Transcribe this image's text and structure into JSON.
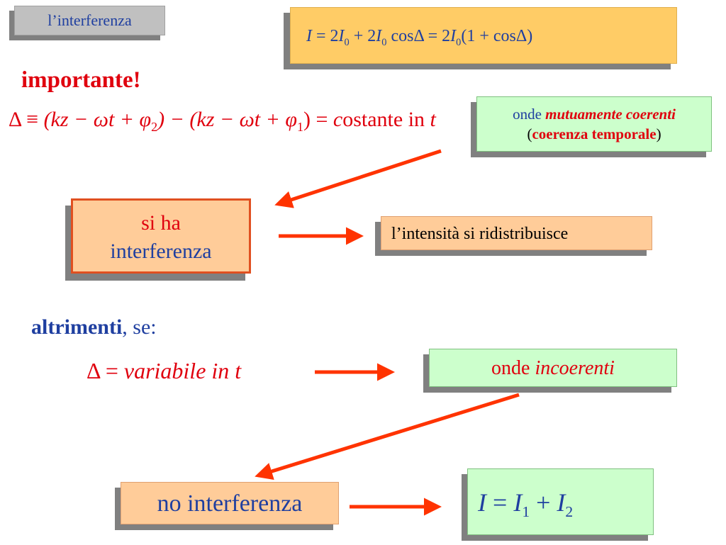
{
  "slide": {
    "title": "l’interferenza",
    "formula_top": {
      "lhs": "I",
      "eq1": " = 2",
      "i0a": "I",
      "plus1": " + 2",
      "i0b": "I",
      "cos1": " cosΔ = 2",
      "i0c": "I",
      "tail": "(1 + cosΔ)",
      "sub0": "0"
    },
    "important": "importante!",
    "delta_def": {
      "lead": "Δ ≡ ",
      "expr1": "(kz − ωt + φ",
      "sub2": "2",
      "mid": ") − (kz − ωt + φ",
      "sub1": "1",
      "end": ") = ",
      "c": "c",
      "ostante": "ostante in ",
      "t": "t"
    },
    "coherent_box": {
      "onde": "onde ",
      "mutuamente": "mutuamente coerenti",
      "open": "(",
      "coerenza": "coerenza temporale",
      "close": ")"
    },
    "interference_box": {
      "line1": "si ha",
      "line2": "interferenza"
    },
    "redistribution": "l’intensità si ridistribuisce",
    "otherwise": {
      "bold": "altrimenti",
      "rest": ", se:"
    },
    "variable": {
      "delta": "Δ = ",
      "text": "variabile in t"
    },
    "incoherent_box": {
      "onde": "onde ",
      "incoerenti": "incoerenti"
    },
    "no_interference": "no interferenza",
    "sum_formula": {
      "i": "I",
      "eq": " = ",
      "i1": "I",
      "sub1": "1",
      "plus": " + ",
      "i2": "I",
      "sub2": "2"
    }
  },
  "colors": {
    "arrow": "#ff3300",
    "red_text": "#e0000e",
    "blue_text": "#1f3fa0",
    "green_box": "#ccffcc",
    "peach_box": "#ffcc99",
    "orange_box": "#ffcc66"
  }
}
